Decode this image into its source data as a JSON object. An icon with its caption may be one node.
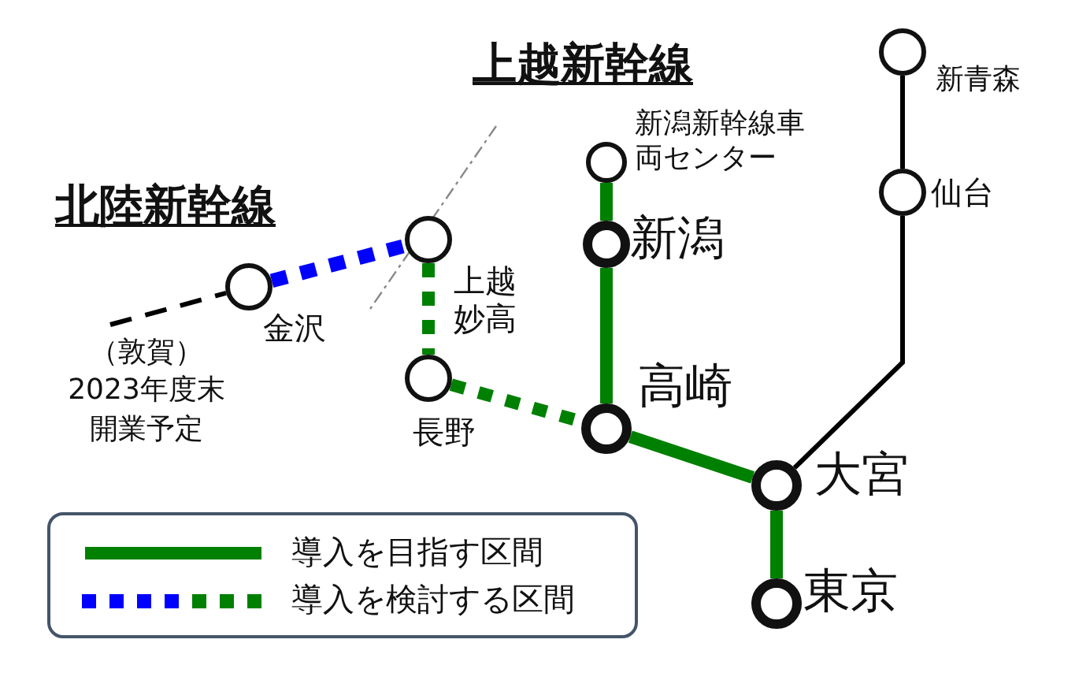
{
  "diagram": {
    "nodes": [
      {
        "text": [
          "（敦賀）",
          "2023年度末開業予定"
        ]
      },
      {
        "text": [],
        "shape": "circle",
        "beside": [
          "金沢"
        ]
      },
      {
        "text": [],
        "shape": "circle",
        "beside": [
          "上越妙高"
        ]
      },
      {
        "text": [],
        "shape": "circle",
        "beside": [
          "長野"
        ]
      },
      {
        "text": [],
        "shape": "circle",
        "beside": [
          "新潟新幹線車両センター"
        ]
      },
      {
        "text": [],
        "shape": "circle",
        "beside": [
          "新潟"
        ]
      },
      {
        "text": [],
        "shape": "circle",
        "beside": [
          "高崎"
        ]
      },
      {
        "text": [],
        "shape": "circle",
        "beside": [
          "大宮"
        ]
      },
      {
        "text": [],
        "shape": "circle",
        "beside": [
          "東京"
        ]
      },
      {
        "text": [],
        "shape": "circle",
        "beside": [
          "新青森"
        ]
      },
      {
        "text": [],
        "shape": "circle",
        "beside": [
          "仙台"
        ]
      }
    ],
    "edges": [
      {
        "from": 0,
        "to": 1,
        "arrow": "none",
        "style": "dashed",
        "color": "#000000"
      },
      {
        "from": 1,
        "to": 2,
        "arrow": "none",
        "style": "dashed",
        "color": "#0000ff"
      },
      {
        "from": 2,
        "to": 3,
        "arrow": "none",
        "style": "dashed"
      },
      {
        "from": 3,
        "to": 6,
        "arrow": "none",
        "style": "dashed"
      },
      {
        "from": 4,
        "to": 5,
        "arrow": "none"
      },
      {
        "from": 5,
        "to": 6,
        "arrow": "none"
      },
      {
        "from": 6,
        "to": 7,
        "arrow": "none"
      },
      {
        "from": 7,
        "to": 8,
        "arrow": "none"
      },
      {
        "from": 9,
        "to": 10,
        "arrow": "none",
        "color": "#000000"
      },
      {
        "from": 10,
        "to": 7,
        "arrow": "none",
        "color": "#000000"
      }
    ],
    "labels": [
      "上越新幹線",
      "北陸新幹線"
    ],
    "legend": [
      {
        "text": "導入を目指す区間"
      },
      {
        "text": "導入を検討する区間"
      }
    ]
  }
}
